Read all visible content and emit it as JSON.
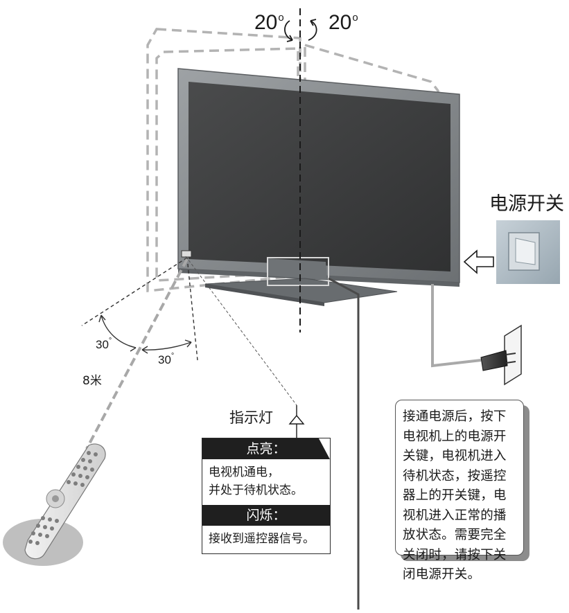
{
  "labels": {
    "angle_left": "20",
    "angle_right": "20",
    "angle_down_left": "30",
    "angle_down_right": "30",
    "distance": "8米",
    "indicator_title": "指示灯",
    "power_switch": "电源开关"
  },
  "indicator_box": {
    "lit_heading": "点亮：",
    "lit_text": "电视机通电，\n并处于待机状态。",
    "flash_heading": "闪烁：",
    "flash_text": "接收到遥控器信号。"
  },
  "info_box": {
    "text": "接通电源后，按下电视机上的电源开关键，电视机进入待机状态，按遥控器上的开关键，电视机进入正常的播放状态。需要完全关闭时，请按下关闭电源开关。"
  },
  "colors": {
    "dashed_outline": "#b3b3b3",
    "tv_bezel": "#7d8184",
    "tv_screen": "#3c3d3e",
    "remote_line": "#a8a8a8",
    "switch_panel": "#aebbc4"
  }
}
